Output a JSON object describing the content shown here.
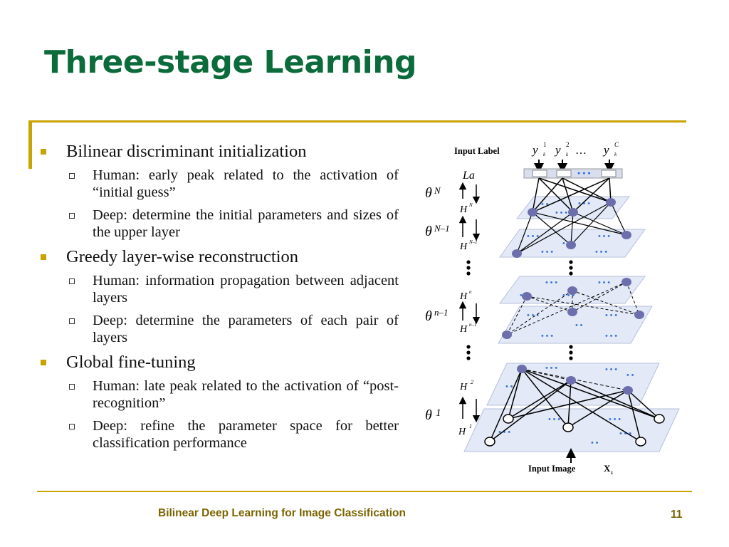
{
  "slide": {
    "title": "Three-stage Learning",
    "footer": "Bilinear Deep Learning for Image Classification",
    "page_number": "11"
  },
  "bullets": [
    {
      "text": "Bilinear discriminant initialization",
      "sub": [
        "Human: early peak related to the activation of “initial guess”",
        "Deep: determine the initial parameters and sizes of the upper layer"
      ]
    },
    {
      "text": "Greedy layer-wise reconstruction",
      "sub": [
        "Human: information propagation between adjacent layers",
        "Deep: determine the parameters of each pair of layers"
      ]
    },
    {
      "text": "Global fine-tuning",
      "sub": [
        "Human: late peak related to the activation of “post-recognition”",
        "Deep: refine the parameter space for better classification performance"
      ]
    }
  ],
  "diagram": {
    "input_label": "Input Label",
    "input_image": "Input Image",
    "input_image_var": "X",
    "var_y": "y",
    "sub_k": "k",
    "y_sup_1": "1",
    "y_sup_2": "2",
    "y_sup_c": "C",
    "ellipsis": "…",
    "la": "La",
    "H": "H",
    "theta": "θ",
    "sup_N": "N",
    "sup_N_minus_1": "N–1",
    "sup_n": "n",
    "sup_n_minus_1": "n–1",
    "sup_2": "2",
    "sup_1": "1",
    "theta_N_sub": "N",
    "theta_N1_sub": "N–1",
    "theta_n1_sub": "n–1",
    "theta_1_sub": "1"
  },
  "colors": {
    "title": "#0b6b3a",
    "accent": "#c9a300",
    "footer": "#7a6400",
    "node": "#6d6fad",
    "plane": "#e3e9f6",
    "dots": "#3b73d6"
  }
}
